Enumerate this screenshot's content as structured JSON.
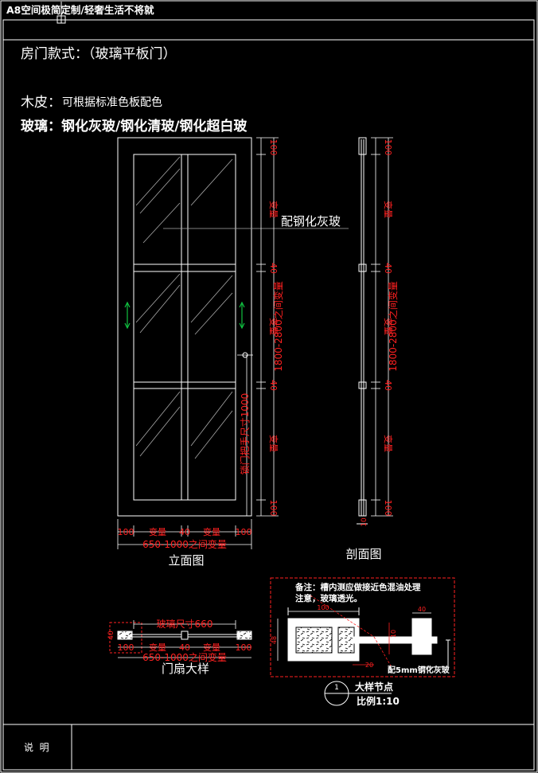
{
  "header": {
    "title": "A8空间极简定制/轻奢生活不将就"
  },
  "spec": {
    "style_line": "房门款式：（玻璃平板门）",
    "wood_label": "木皮：",
    "wood_value": "可根据标准色板配色",
    "glass_line": "玻璃：钢化灰玻/钢化清玻/钢化超白玻"
  },
  "elevation": {
    "callout": "配钢化灰玻",
    "dim_100": "100",
    "dim_40": "40",
    "dim_var": "变量",
    "dim_height_range": "1800-2800之间变量",
    "dim_handle": "锁门把手尺寸1000",
    "dim_width_range": "650-1000之间变量",
    "title": "立面图"
  },
  "section": {
    "title": "剖面图",
    "dim_bottom": "10"
  },
  "leaf": {
    "glass_size": "玻璃尺寸660",
    "dim_100": "100",
    "dim_40": "40",
    "dim_var": "变量",
    "dim_width_range": "650-1000之间变量",
    "side_dim": "40",
    "title": "门扇大样"
  },
  "detail": {
    "note_line1": "备注：槽内测应做接近色混油处理",
    "note_line2": "注意，玻璃透光。",
    "dim_100": "100",
    "dim_40": "40",
    "dim_48": "48",
    "dim_10": "10",
    "dim_20": "20",
    "glass_label": "配5mm钢化灰玻",
    "marker_num": "1",
    "title": "大样节点",
    "scale": "比例1:10"
  },
  "footer": {
    "label": "说  明"
  },
  "colors": {
    "red": "#ff2020",
    "white": "#ffffff",
    "green": "#10c040",
    "gray": "#9a9a9a"
  }
}
